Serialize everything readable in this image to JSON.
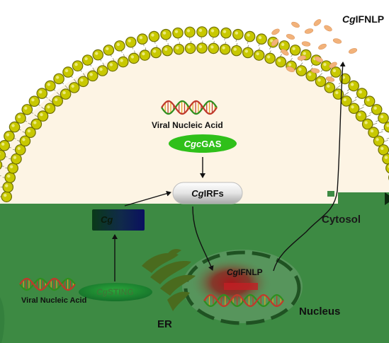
{
  "labels": {
    "ifnlp_top_prefix": "Cg",
    "ifnlp_top_suffix": "IFNLP",
    "viral_nucleic_acid_top": "Viral Nucleic Acid",
    "cgas_prefix": "Cgc",
    "cgas_suffix": "GAS",
    "irfs_prefix": "Cg",
    "irfs_suffix": "IRFs",
    "cytosol": "Cytosol",
    "tbk1_prefix": "Cg",
    "viral_nucleic_acid_bottom": "Viral Nucleic Acid",
    "sting_prefix": "Cg",
    "sting_suffix": "STING",
    "er": "ER",
    "ifnlp_nucleus_prefix": "Cg",
    "ifnlp_nucleus_suffix": "IFNLP",
    "nucleus": "Nucleus"
  },
  "colors": {
    "membrane_head": "#c8c800",
    "membrane_head_dark": "#6f6f00",
    "cell_interior": "#fdf4e4",
    "cytoplasm_green": "#3d8a43",
    "nucleus_fill": "#57955c",
    "nucleus_border": "#1f5222",
    "cgas_green": "#2fc01a",
    "sting_green": "#1c8a28",
    "tbk1_dark": "#0a1a55",
    "er_green": "#4a6b1e",
    "peptide_orange": "#f2b27a",
    "nucleus_red": "#b5272b",
    "dna_green": "#2f8f1e",
    "dna_red": "#c0392b"
  }
}
